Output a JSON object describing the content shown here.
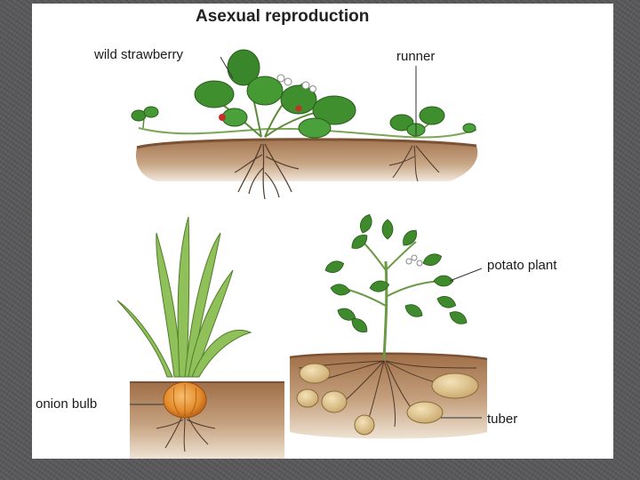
{
  "diagram": {
    "title": "Asexual reproduction",
    "labels": {
      "wild_strawberry": "wild strawberry",
      "runner": "runner",
      "onion_bulb": "onion bulb",
      "potato_plant": "potato plant",
      "tuber": "tuber"
    }
  },
  "colors": {
    "soil": "#a47550",
    "soil_dark": "#7b5235",
    "leaf": "#3f8f2e",
    "leaf_light": "#7ebc48",
    "onion_leaf": "#8fc05a",
    "onion_bulb": "#e38a2a",
    "tuber": "#dcc28c",
    "root": "#4e3a2a"
  }
}
